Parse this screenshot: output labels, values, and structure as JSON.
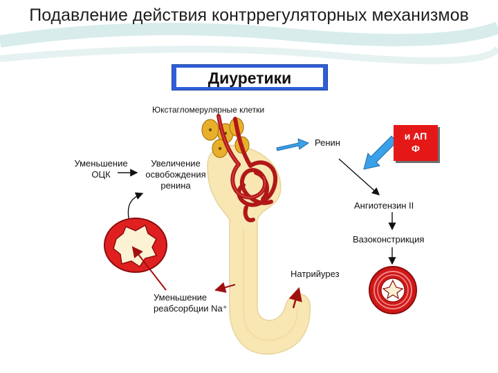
{
  "slide": {
    "title": "Подавление действия контррегуляторных механизмов",
    "highlight_box": "Диуретики",
    "eap_label": "и АП",
    "eap_symbol": "Ф"
  },
  "labels": {
    "juxtaglomerular": "Юкстагломерулярные клетки",
    "renin": "Ренин",
    "decrease_bcv": "Уменьшение ОЦК",
    "increase_release": "Увеличение освобождения ренина",
    "angiotensin": "Ангиотензин II",
    "vasoconstriction": "Вазоконстрикция",
    "natriuresis": "Натрийурез",
    "decrease_reabsorption": "Уменьшение реабсорбции Na⁺"
  },
  "colors": {
    "accent_blue": "#2f5fd8",
    "eap_red": "#e51818",
    "vessel_red": "#b01818",
    "tubule": "#f8e7b3",
    "cells": "#e8b02a"
  }
}
